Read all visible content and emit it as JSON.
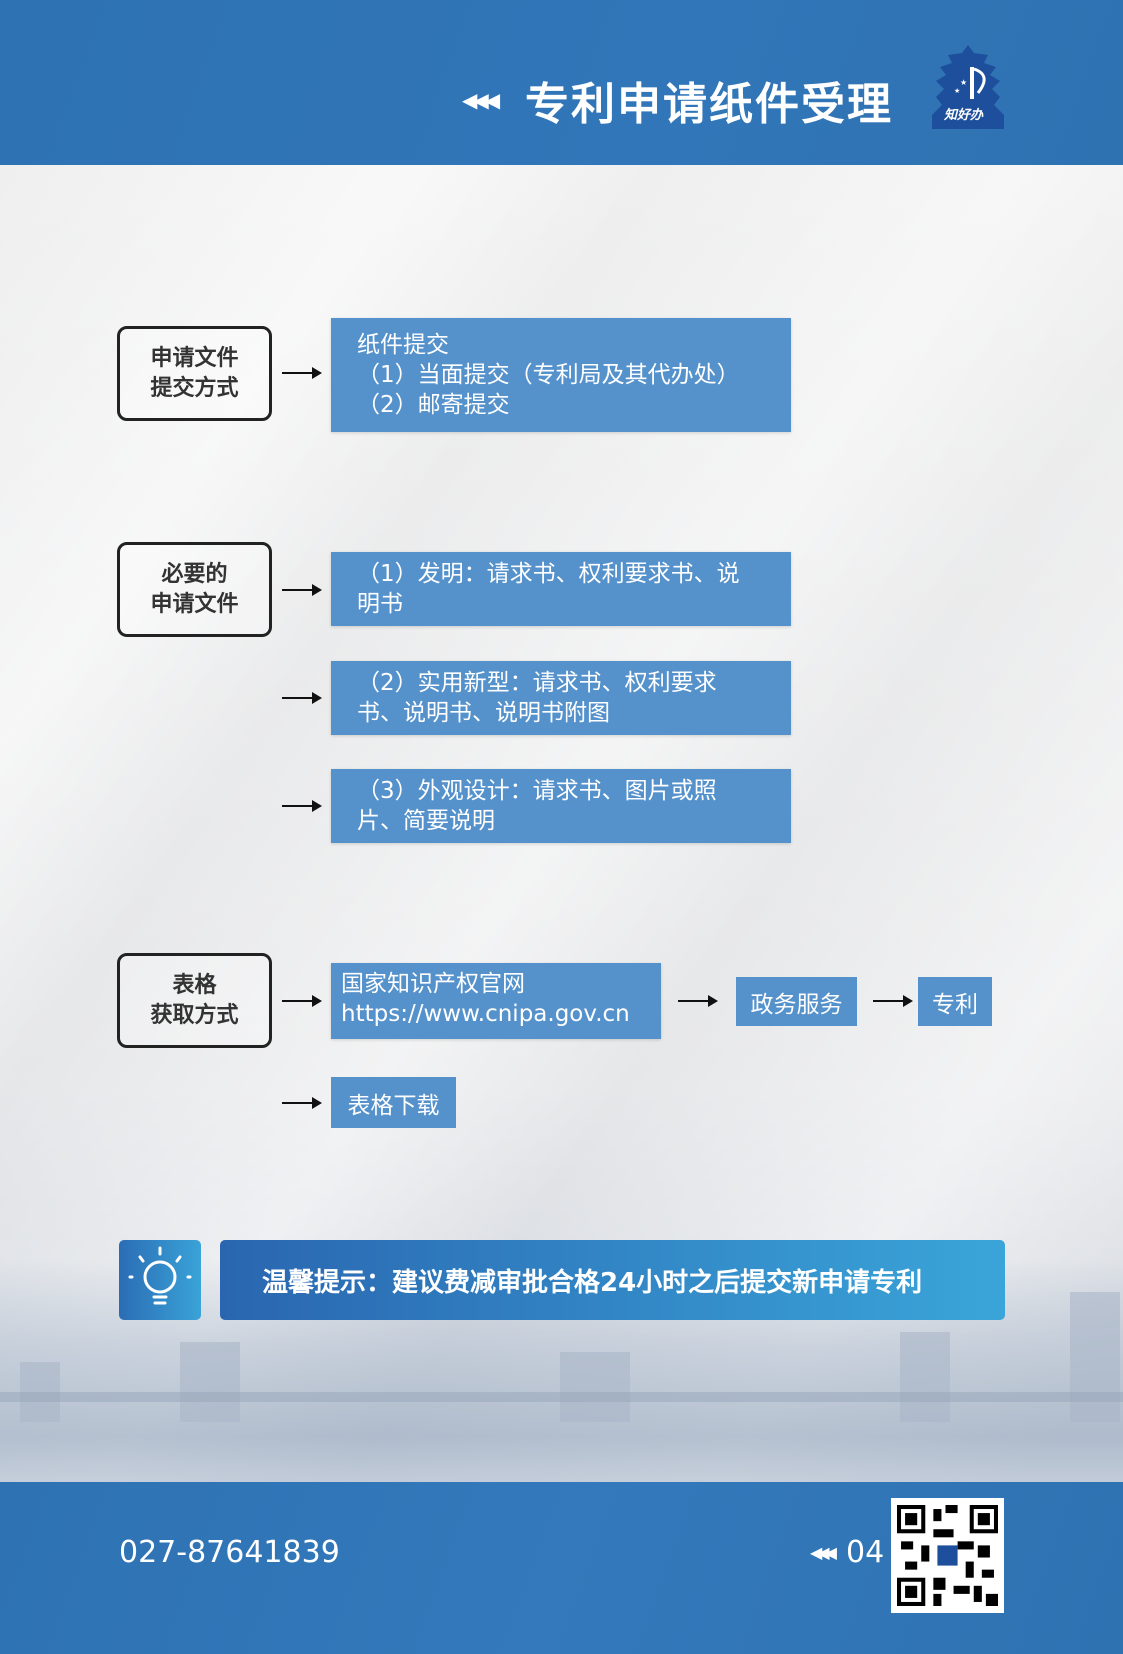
{
  "header": {
    "title": "专利申请纸件受理",
    "logo_text": "知好办"
  },
  "sections": [
    {
      "label": "申请文件\n提交方式",
      "boxes": [
        {
          "text": "纸件提交\n（1）当面提交（专利局及其代办处）\n（2）邮寄提交"
        }
      ]
    },
    {
      "label": "必要的\n申请文件",
      "boxes": [
        {
          "text": "（1）发明：请求书、权利要求书、说\n明书"
        },
        {
          "text": "（2）实用新型：请求书、权利要求\n书、说明书、说明书附图"
        },
        {
          "text": "（3）外观设计：请求书、图片或照\n片、简要说明"
        }
      ]
    },
    {
      "label": "表格\n获取方式",
      "website": "国家知识产权官网\nhttps://www.cnipa.gov.cn",
      "step2": "政务服务",
      "step3": "专利",
      "download": "表格下载"
    }
  ],
  "tip": {
    "text": "温馨提示：建议费减审批合格24小时之后提交新申请专利"
  },
  "footer": {
    "phone": "027-87641839",
    "page": "04"
  },
  "colors": {
    "header": "#2e72b3",
    "box": "#5592cc"
  }
}
